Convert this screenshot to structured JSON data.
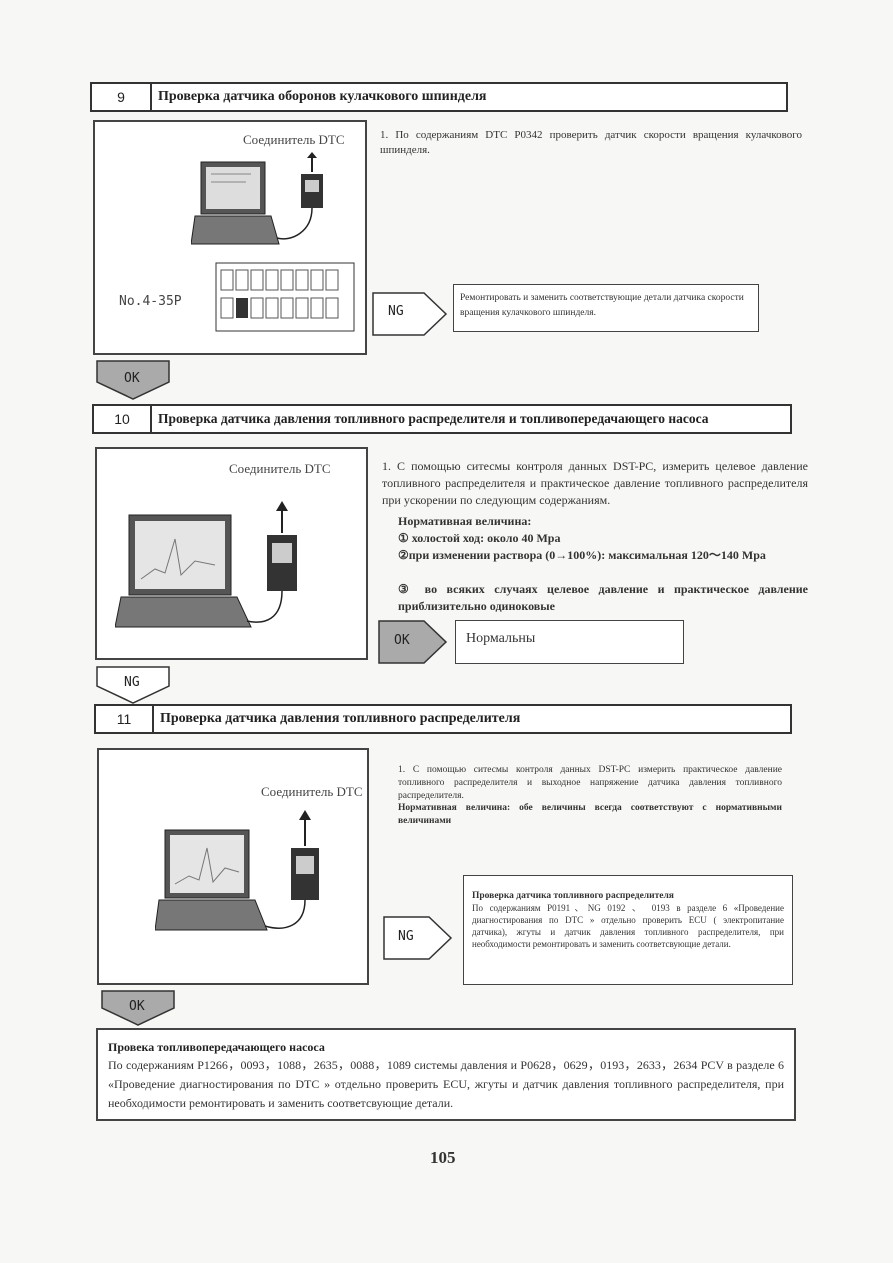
{
  "s9": {
    "num": "9",
    "title": "Проверка датчика оборонов кулачкового шпинделя",
    "connector": "Соединитель DTC",
    "ref": "No.4-35P",
    "text": "1. По содержаниям DTC P0342 проверить датчик скорости вращения кулачкового шпинделя.",
    "ng_label": "NG",
    "ng_text": "Ремонтировать и заменить соответствующие детали датчика скорости вращения кулачкового шпинделя.",
    "ok_label": "OK"
  },
  "s10": {
    "num": "10",
    "title": "Проверка датчика давления топливного распределителя и топливопередачающего насоса",
    "connector": "Соединитель DTC",
    "text": "1. С помощью ситесмы контроля данных DST-PC, измерить целевое давление топливного распределителя и практическое давление топливного распределителя при ускорении по следующим содержаниям.",
    "norm_title": "Нормативная величина:",
    "norm1": "① холостой ход: около 40 Mpa",
    "norm2": "②при изменении раствора (0→100%): максимальная 120～140 Mpa",
    "norm3": "③ во всяких случаях целевое давление и практическое давление приблизительно одиноковые",
    "ok_label": "OK",
    "ok_text": "Нормальны",
    "ng_label": "NG"
  },
  "s11": {
    "num": "11",
    "title": "Проверка датчика давления топливного распределителя",
    "connector": "Соединитель DTC",
    "text": "1. С помощью ситесмы контроля данных DST-PC измерить практическое давление топливного распределителя и выходное напряжение датчика давления топливного распределителя.",
    "norm": "Нормативная величина: обе величины всегда соответствуют с нормативными величинами",
    "ng_label": "NG",
    "ng_title": "Проверка датчика топливного распределителя",
    "ng_text": "По содержаниям P0191、NG 0192 、 0193 в разделе 6 «Проведение диагностирования по DTC » отдельно проверить ECU ( электропитание датчика), жгуты и датчик давления топливного распределителя, при необходимости ремонтировать и заменить соответсвующие детали.",
    "ok_label": "OK"
  },
  "pump": {
    "title": "Провека топливопередачающего насоса",
    "text": "По содержаниям P1266，0093，1088，2635，0088，1089 системы давления и P0628，0629，0193，2633，2634 PCV в разделе 6 «Проведение диагностирования по DTC » отдельно проверить ECU, жгуты и датчик давления топливного распределителя, при необходимости ремонтировать и заменить соответсвующие детали."
  },
  "page_number": "105"
}
